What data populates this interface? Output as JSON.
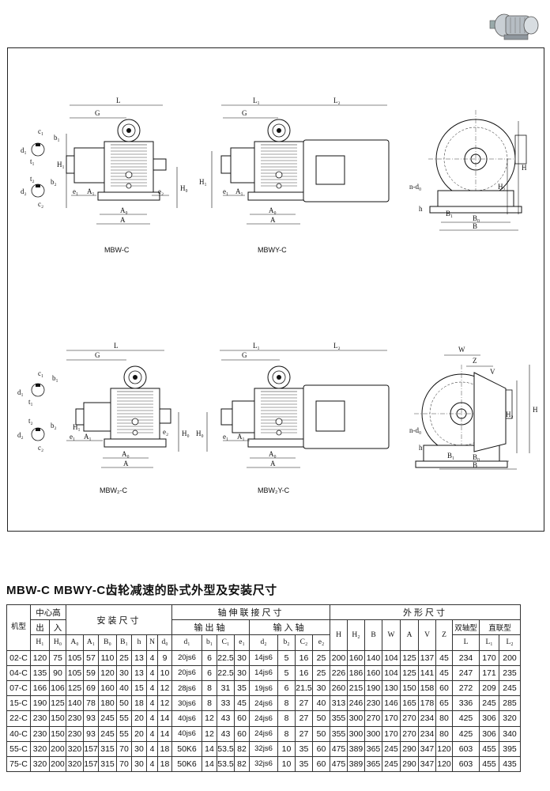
{
  "drawings": {
    "d1": {
      "caption": "MBW-C",
      "labels": {
        "L": "L",
        "G": "G",
        "H1": "H₁",
        "c1": "c₁",
        "b1": "b₁",
        "d1": "d₁",
        "t1": "t₁",
        "d2": "d₂",
        "b2": "b₂",
        "t2": "t₂",
        "c2": "c₂",
        "e1": "e₁",
        "A1": "A₁",
        "e2": "e₂",
        "H0": "H₀",
        "A0": "A₀",
        "A": "A"
      }
    },
    "d2": {
      "caption": "MBWY-C",
      "labels": {
        "L1": "L₁",
        "L2": "L₂",
        "G": "G",
        "H1": "H₁",
        "e1": "e₁",
        "A1": "A₁",
        "A0": "A₀",
        "A": "A"
      }
    },
    "d3": {
      "labels": {
        "ndo": "n-d₀",
        "h": "h",
        "B1": "B₁",
        "B0": "B₀",
        "B": "B",
        "H": "H",
        "H2": "H₂"
      }
    },
    "d4": {
      "caption": "MBW₂-C",
      "labels": {
        "L": "L",
        "G": "G",
        "H1": "H₁",
        "c1": "c₁",
        "b1": "b₁",
        "d1": "d₁",
        "t1": "t₁",
        "d2": "d₂",
        "b2": "b₂",
        "t2": "t₂",
        "c2": "c₂",
        "e1": "e₁",
        "A1": "A₁",
        "e2": "e₂",
        "H0": "H₀",
        "A0": "A₀",
        "A": "A"
      }
    },
    "d5": {
      "caption": "MBW₂Y-C",
      "labels": {
        "L1": "L₁",
        "L2": "L₂",
        "G": "G",
        "H0": "H₀",
        "e1": "e₁",
        "A1": "A₁",
        "A0": "A₀",
        "A": "A"
      }
    },
    "d6": {
      "labels": {
        "W": "W",
        "Z": "Z",
        "V": "V",
        "ndo": "n-d₀",
        "h": "h",
        "B1": "B₁",
        "B0": "B₀",
        "B": "B",
        "H": "H",
        "H2": "H₂"
      }
    }
  },
  "title": "MBW-C MBWY-C齿轮减速的卧式外型及安装尺寸",
  "table": {
    "group_headers": {
      "model": "机型",
      "center_height": "中心高",
      "out_in": [
        "出",
        "入"
      ],
      "install": "安装尺寸",
      "shaft": "轴伸联接尺寸",
      "output_shaft": "输出轴",
      "input_shaft": "输入轴",
      "outline": "外形尺寸",
      "double_shaft": "双轴型",
      "direct": "直联型"
    },
    "columns": [
      "H₁",
      "H₀",
      "A₀",
      "A₁",
      "B₀",
      "B₁",
      "h",
      "N",
      "d₀",
      "d₁",
      "b₁",
      "C₁",
      "e₁",
      "d₂",
      "b₂",
      "C₂",
      "e₂",
      "H",
      "H₂",
      "B",
      "W",
      "A",
      "V",
      "Z",
      "L",
      "L₁",
      "L₂"
    ],
    "rows": [
      [
        "02-C",
        "120",
        "75",
        "105",
        "57",
        "110",
        "25",
        "13",
        "4",
        "9",
        "20js6",
        "6",
        "22.5",
        "30",
        "14js6",
        "5",
        "16",
        "25",
        "200",
        "160",
        "140",
        "104",
        "125",
        "137",
        "45",
        "234",
        "170",
        "200"
      ],
      [
        "04-C",
        "135",
        "90",
        "105",
        "59",
        "120",
        "30",
        "13",
        "4",
        "10",
        "20js6",
        "6",
        "22.5",
        "30",
        "14js6",
        "5",
        "16",
        "25",
        "226",
        "186",
        "160",
        "104",
        "125",
        "141",
        "45",
        "247",
        "171",
        "235"
      ],
      [
        "07-C",
        "166",
        "106",
        "125",
        "69",
        "160",
        "40",
        "15",
        "4",
        "12",
        "28js6",
        "8",
        "31",
        "35",
        "19js6",
        "6",
        "21.5",
        "30",
        "260",
        "215",
        "190",
        "130",
        "150",
        "158",
        "60",
        "272",
        "209",
        "245"
      ],
      [
        "15-C",
        "190",
        "125",
        "140",
        "78",
        "180",
        "50",
        "18",
        "4",
        "12",
        "30js6",
        "8",
        "33",
        "45",
        "24js6",
        "8",
        "27",
        "40",
        "313",
        "246",
        "230",
        "146",
        "165",
        "178",
        "65",
        "336",
        "245",
        "285"
      ],
      [
        "22-C",
        "230",
        "150",
        "230",
        "93",
        "245",
        "55",
        "20",
        "4",
        "14",
        "40js6",
        "12",
        "43",
        "60",
        "24js6",
        "8",
        "27",
        "50",
        "355",
        "300",
        "270",
        "170",
        "270",
        "234",
        "80",
        "425",
        "306",
        "320"
      ],
      [
        "40-C",
        "230",
        "150",
        "230",
        "93",
        "245",
        "55",
        "20",
        "4",
        "14",
        "40js6",
        "12",
        "43",
        "60",
        "24js6",
        "8",
        "27",
        "50",
        "355",
        "300",
        "300",
        "170",
        "270",
        "234",
        "80",
        "425",
        "306",
        "340"
      ],
      [
        "55-C",
        "320",
        "200",
        "320",
        "157",
        "315",
        "70",
        "30",
        "4",
        "18",
        "50K6",
        "14",
        "53.5",
        "82",
        "32js6",
        "10",
        "35",
        "60",
        "475",
        "389",
        "365",
        "245",
        "290",
        "347",
        "120",
        "603",
        "455",
        "395"
      ],
      [
        "75-C",
        "320",
        "200",
        "320",
        "157",
        "315",
        "70",
        "30",
        "4",
        "18",
        "50K6",
        "14",
        "53.5",
        "82",
        "32js6",
        "10",
        "35",
        "60",
        "475",
        "389",
        "365",
        "245",
        "290",
        "347",
        "120",
        "603",
        "455",
        "435"
      ]
    ]
  }
}
